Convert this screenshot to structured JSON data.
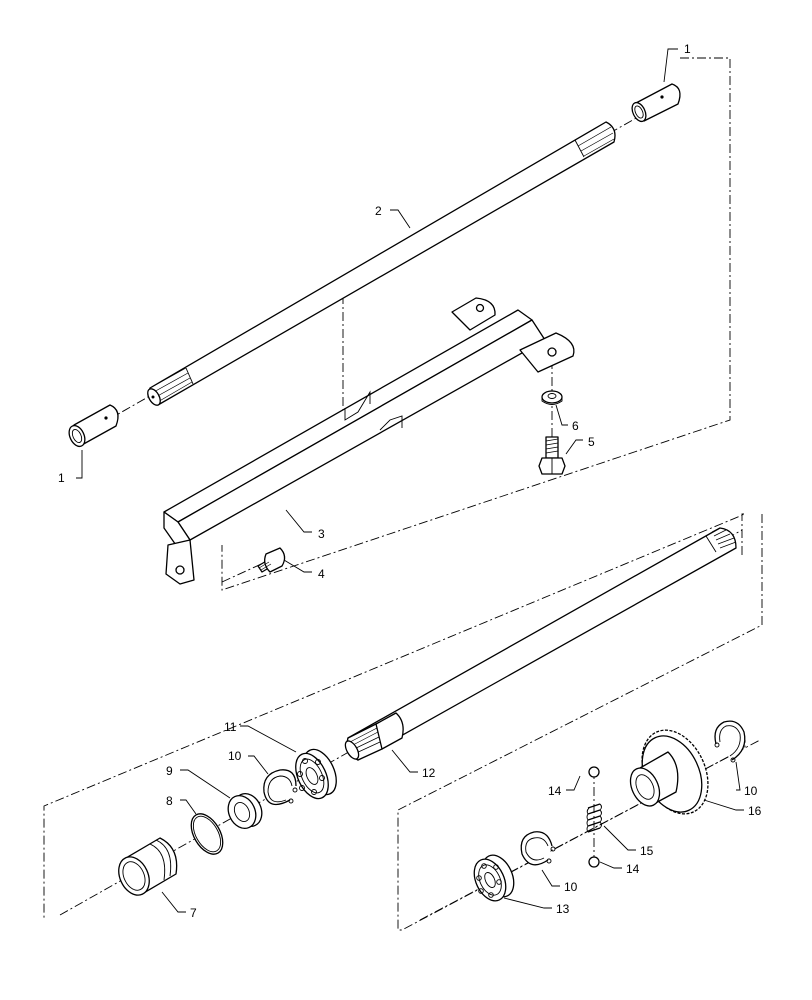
{
  "callouts": {
    "c1a": "1",
    "c1b": "1",
    "c2": "2",
    "c3": "3",
    "c4": "4",
    "c5": "5",
    "c6": "6",
    "c7": "7",
    "c8": "8",
    "c9": "9",
    "c10a": "10",
    "c10b": "10",
    "c10c": "10",
    "c11": "11",
    "c12": "12",
    "c13": "13",
    "c14a": "14",
    "c14b": "14",
    "c15": "15",
    "c16": "16"
  }
}
